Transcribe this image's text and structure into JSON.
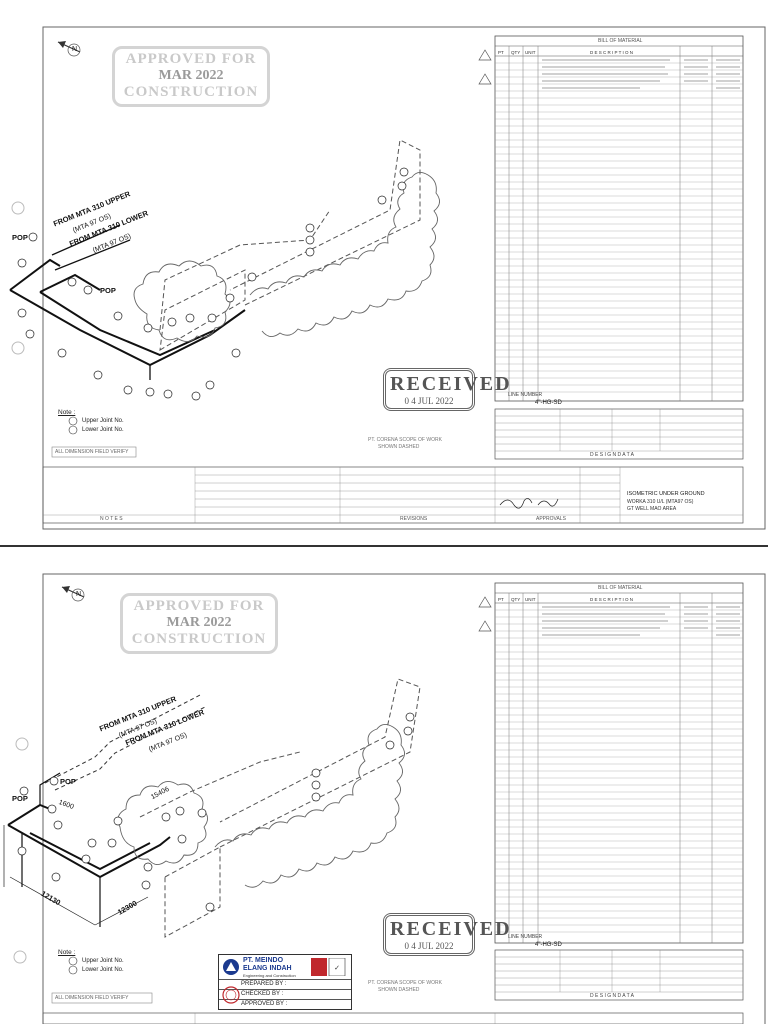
{
  "sheet1": {
    "approved_stamp": {
      "line1": "APPROVED FOR",
      "line2": "MAR 2022",
      "line3": "CONSTRUCTION"
    },
    "north_label": "N",
    "labels": {
      "pop_left": "POP",
      "pop_mid": "POP",
      "from_upper": "FROM MTA 310 UPPER",
      "from_upper_sub": "(MTA 97 OS)",
      "from_lower": "FROM MTA 310 LOWER",
      "from_lower_sub": "(MTA 97 OS)"
    },
    "note": {
      "title": "Note :",
      "upper": "Upper Joint No.",
      "lower": "Lower Joint No."
    },
    "received_stamp": {
      "title": "RECEIVED",
      "date": "0 4 JUL 2022"
    },
    "field_verify": "ALL DIMENSION FIELD VERIFY",
    "design_data_title": "D E S I G N   D A T A",
    "line_number_label": "LINE NUMBER",
    "line_number": "4\"-HG-SD",
    "drawing_title": [
      "ISOMETRIC UNDER GROUND",
      "WORKA 310 U/L (MTA97 OS)",
      "GT WELL MAO AREA"
    ],
    "notes_label": "N O T E S",
    "revisions_label": "REVISIONS",
    "approvals_label": "APPROVALS",
    "bill_title": "BILL OF MATERIAL",
    "bill_header": [
      "PT",
      "QTY",
      "UNIT",
      "D E S C R I P T I O N"
    ],
    "scope_note": [
      "PT. CORENA SCOPE OF WORK",
      "SHOWN DASHED"
    ]
  },
  "sheet2": {
    "approved_stamp": {
      "line1": "APPROVED FOR",
      "line2": "MAR 2022",
      "line3": "CONSTRUCTION"
    },
    "north_label": "N",
    "labels": {
      "pop_left": "POP",
      "pop_mid": "POP",
      "from_upper": "FROM MTA 310 UPPER",
      "from_upper_sub": "(MTA 97 OS)",
      "from_lower": "FROM MTA 310 LOWER",
      "from_lower_sub": "(MTA 97 OS)",
      "dim_a": "12130",
      "dim_b": "12300",
      "dim_c": "15406",
      "dim_d": "1600"
    },
    "note": {
      "title": "Note :",
      "upper": "Upper Joint No.",
      "lower": "Lower Joint No."
    },
    "received_stamp": {
      "title": "RECEIVED",
      "date": "0 4 JUL 2022"
    },
    "field_verify": "ALL DIMENSION FIELD VERIFY",
    "design_data_title": "D E S I G N   D A T A",
    "line_number_label": "LINE NUMBER",
    "line_number": "4\"-HG-SD",
    "company": {
      "line1": "PT. MEINDO",
      "line2": "ELANG INDAH",
      "line3": "Engineering and Construction"
    },
    "sign_block": {
      "prepared": "PREPARED BY :",
      "checked": "CHECKED BY :",
      "approved": "APPROVED BY :"
    },
    "bill_title": "BILL OF MATERIAL",
    "bill_header": [
      "PT",
      "QTY",
      "UNIT",
      "D E S C R I P T I O N"
    ],
    "scope_note": [
      "PT. CORENA SCOPE OF WORK",
      "SHOWN DASHED"
    ]
  }
}
